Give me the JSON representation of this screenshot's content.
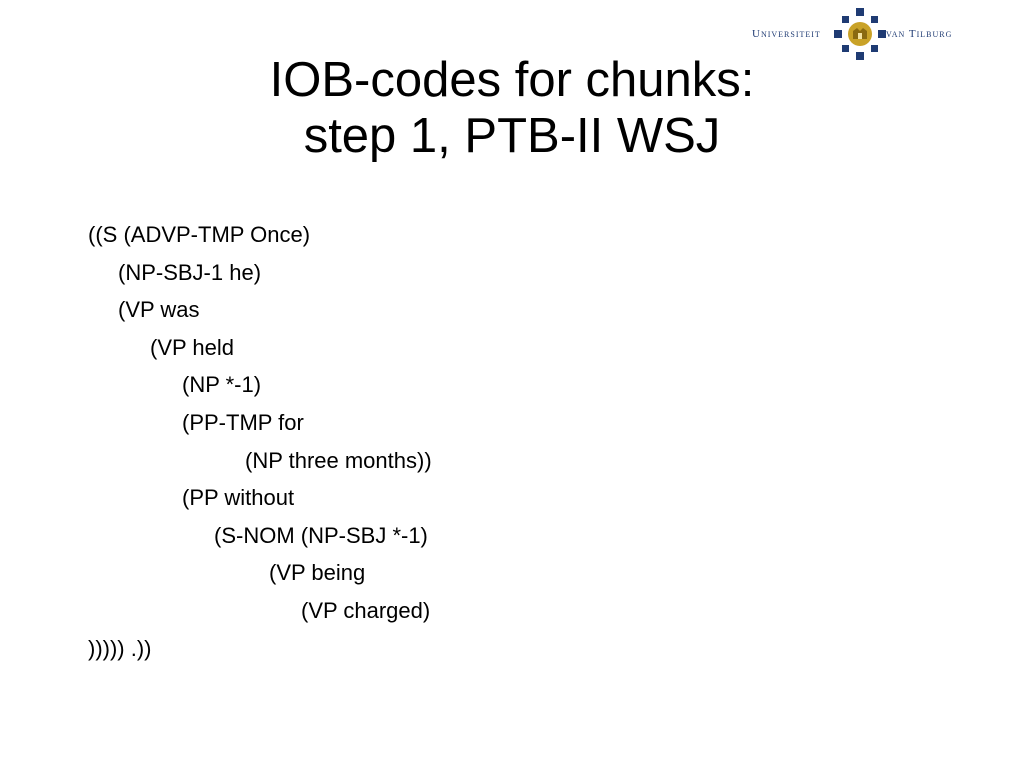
{
  "logo": {
    "left_word": "Universiteit",
    "right_word": "van Tilburg",
    "mark_icon": "university-seal-icon"
  },
  "title": {
    "line1": "IOB-codes for chunks:",
    "line2": "step 1, PTB-II WSJ"
  },
  "tree_lines": [
    {
      "text": "((S (ADVP-TMP Once)",
      "indent": 0
    },
    {
      "text": "(NP-SBJ-1 he)",
      "indent": 1
    },
    {
      "text": "(VP was",
      "indent": 1
    },
    {
      "text": "(VP held",
      "indent": 2
    },
    {
      "text": "(NP *-1)",
      "indent": 3
    },
    {
      "text": "(PP-TMP for",
      "indent": 3
    },
    {
      "text": "(NP three months))",
      "indent": 5
    },
    {
      "text": "(PP without",
      "indent": 3
    },
    {
      "text": "(S-NOM (NP-SBJ *-1)",
      "indent": 4
    },
    {
      "text": "(VP being",
      "indent": 6
    },
    {
      "text": "(VP charged)",
      "indent": 7
    },
    {
      "text": "))))) .))",
      "indent": 0
    }
  ],
  "colors": {
    "logo_blue": "#1f3b73",
    "logo_gold": "#c9a227",
    "text": "#000000",
    "background": "#ffffff"
  }
}
